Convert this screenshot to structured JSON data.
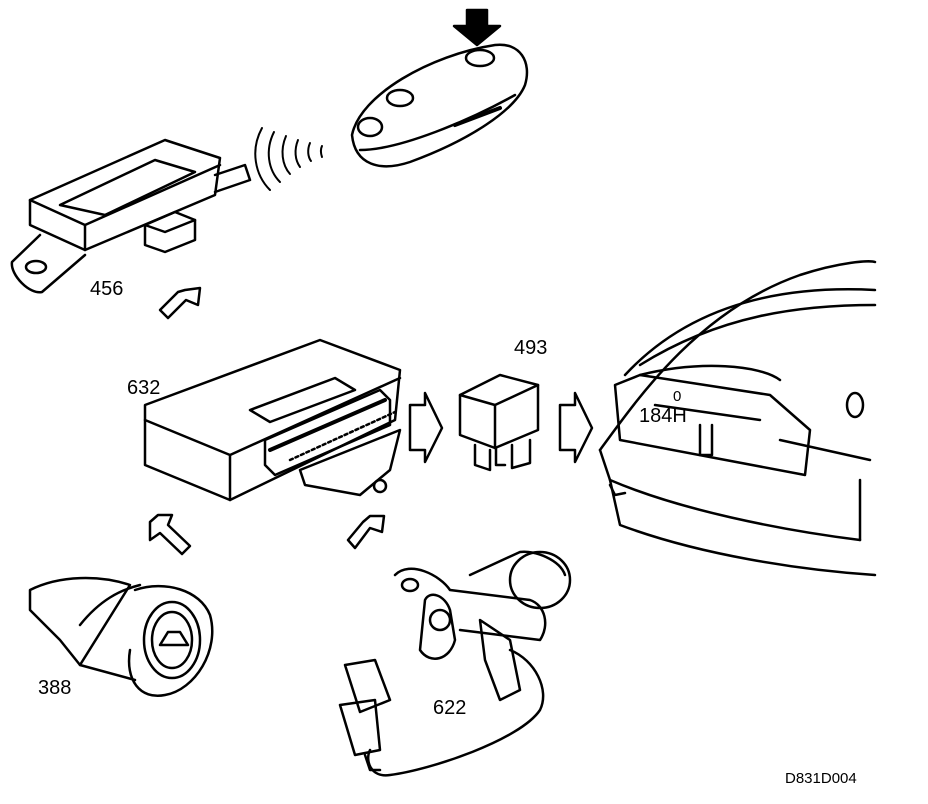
{
  "labels": {
    "remote_receiver": "456",
    "control_module": "632",
    "relay": "493",
    "tailgate_handle": "184H",
    "tailgate_zero": "0",
    "switch": "388",
    "lock_motor": "622"
  },
  "figure_code": "D831D004",
  "colors": {
    "line": "#000000",
    "background": "#ffffff"
  }
}
